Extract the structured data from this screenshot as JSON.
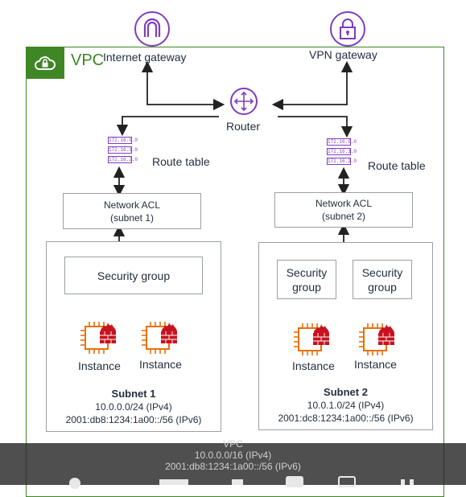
{
  "vpc": {
    "label": "VPC",
    "footer_title": "VPC",
    "footer_ipv4": "10.0.0.0/16 (IPv4)",
    "footer_ipv6": "2001:db8:1234:1a00::/56 (IPv6)"
  },
  "gateways": {
    "internet": "Internet gateway",
    "vpn": "VPN gateway",
    "router": "Router"
  },
  "route_tables": [
    {
      "label": "Route table",
      "rows": [
        "172.16.0.0",
        "172.16.1.0",
        "172.16.2.0"
      ]
    },
    {
      "label": "Route table",
      "rows": [
        "172.16.0.0",
        "172.16.1.0",
        "172.16.2.0"
      ]
    }
  ],
  "acls": [
    {
      "line1": "Network ACL",
      "line2": "(subnet 1)"
    },
    {
      "line1": "Network ACL",
      "line2": "(subnet 2)"
    }
  ],
  "subnet1": {
    "security_group": "Security group",
    "instances": [
      "Instance",
      "Instance"
    ],
    "title": "Subnet 1",
    "ipv4": "10.0.0.0/24 (IPv4)",
    "ipv6": "2001:db8:1234:1a00::/56 (IPv6)"
  },
  "subnet2": {
    "security_groups": [
      {
        "line1": "Security",
        "line2": "group"
      },
      {
        "line1": "Security",
        "line2": "group"
      }
    ],
    "instances": [
      "Instance",
      "Instance"
    ],
    "title": "Subnet 2",
    "ipv4": "10.0.1.0/24 (IPv4)",
    "ipv6": "2001:dc8:1234:1a00::/56 (IPv6)"
  },
  "colors": {
    "vpc_green": "#3f8624",
    "gateway_purple": "#7d3ebd",
    "instance_orange": "#e8710a",
    "firewall_red": "#c7131f"
  }
}
